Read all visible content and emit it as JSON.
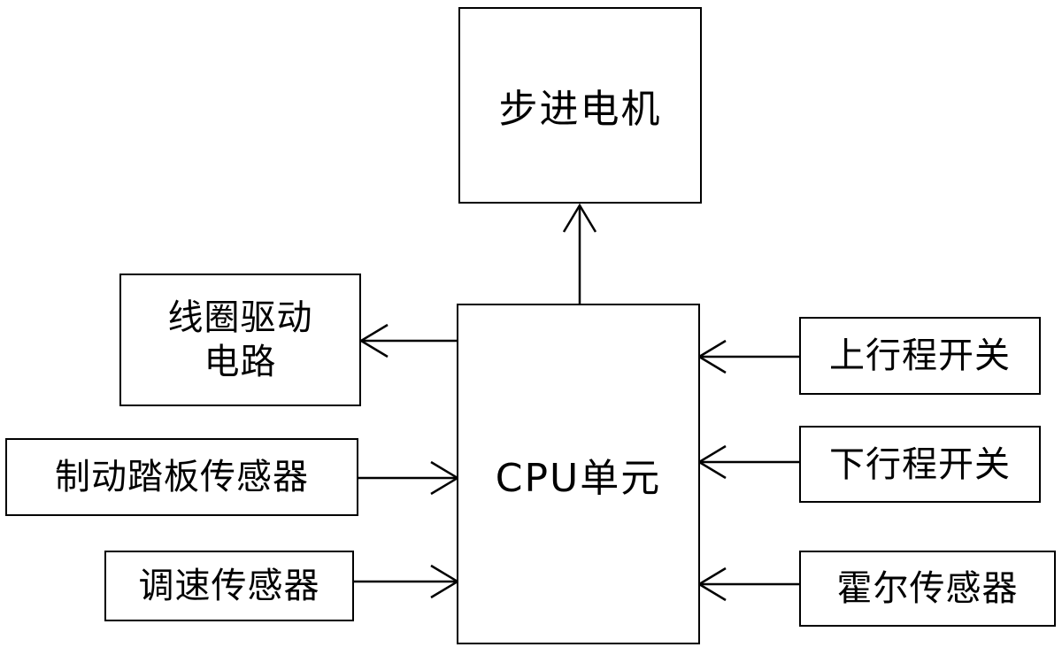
{
  "diagram": {
    "nodes": {
      "stepper_motor": "步进电机",
      "cpu_unit": "CPU单元",
      "coil_driver": [
        "线圈驱动",
        "电路"
      ],
      "brake_pedal_sensor": "制动踏板传感器",
      "speed_sensor": "调速传感器",
      "upper_limit_switch": "上行程开关",
      "lower_limit_switch": "下行程开关",
      "hall_sensor": "霍尔传感器"
    },
    "edges": [
      {
        "from": "cpu_unit",
        "to": "stepper_motor"
      },
      {
        "from": "cpu_unit",
        "to": "coil_driver"
      },
      {
        "from": "brake_pedal_sensor",
        "to": "cpu_unit"
      },
      {
        "from": "speed_sensor",
        "to": "cpu_unit"
      },
      {
        "from": "upper_limit_switch",
        "to": "cpu_unit"
      },
      {
        "from": "lower_limit_switch",
        "to": "cpu_unit"
      },
      {
        "from": "hall_sensor",
        "to": "cpu_unit"
      }
    ]
  }
}
